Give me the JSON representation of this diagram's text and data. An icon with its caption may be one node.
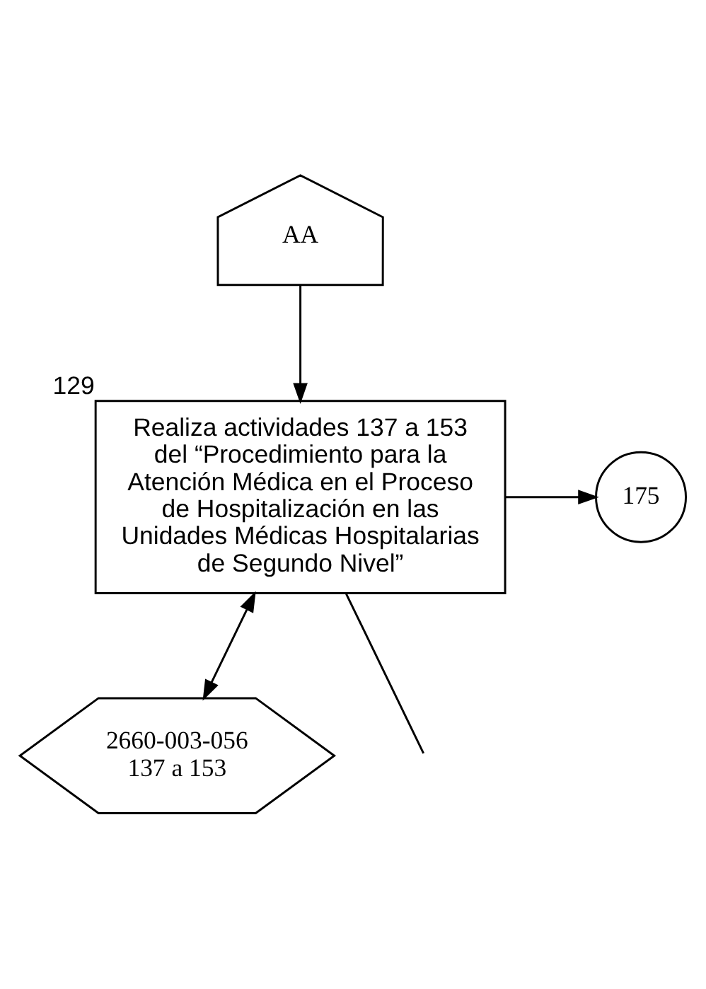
{
  "diagram": {
    "nodes": [
      {
        "text": [
          "AA"
        ]
      },
      {
        "text": [
          "Realiza actividades 137 a 153 del “Procedimiento para la Atención Médica en el Proceso de Hospitalización en las Unidades Médicas Hospitalarias de Segundo Nivel”"
        ],
        "beside": [
          "129"
        ]
      },
      {
        "text": [
          "175"
        ]
      },
      {
        "text": [
          "2660-003-056 137 a 153"
        ]
      }
    ],
    "edges": [
      {
        "from": 0,
        "to": 1,
        "arrow": "to"
      },
      {
        "from": 1,
        "to": 2,
        "arrow": "to"
      },
      {
        "from": 1,
        "to": 3,
        "arrow": "both"
      },
      {
        "from": 1,
        "to": null,
        "arrow": "none"
      }
    ]
  }
}
